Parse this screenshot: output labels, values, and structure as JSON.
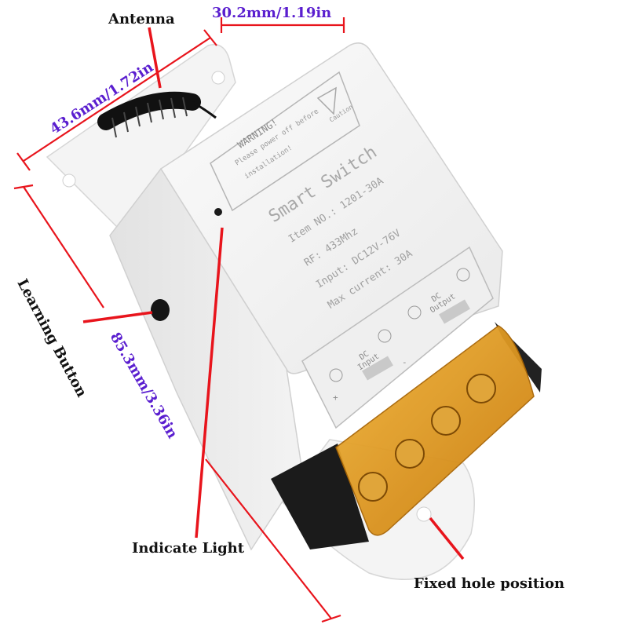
{
  "labels": {
    "antenna": "Antenna",
    "learning_button": "Learning Button",
    "indicate_light": "Indicate Light",
    "fixed_hole": "Fixed hole position"
  },
  "dimensions": {
    "width": "30.2mm/1.19in",
    "depth": "43.6mm/1.72in",
    "length": "85.3mm/3.36in"
  },
  "device": {
    "warning_title": "WARNING!",
    "warning_line1": "Please power off before",
    "warning_line2": "installation!",
    "caution": "Caution",
    "name": "Smart Switch",
    "item_no": "Item NO.: 1201-30A",
    "rf": "RF: 433Mhz",
    "input": "Input: DC12V-76V",
    "max_current": "Max current: 30A",
    "dc_input": "DC",
    "dc_input2": "Input",
    "dc_output": "DC",
    "dc_output2": "Output",
    "plus": "+",
    "minus": "-"
  },
  "colors": {
    "callout_line": "#e8141c",
    "dimension_text": "#5a1ecf",
    "label_text": "#111111",
    "housing": "#f2f2f2",
    "terminal_cover": "#e59a1a"
  }
}
